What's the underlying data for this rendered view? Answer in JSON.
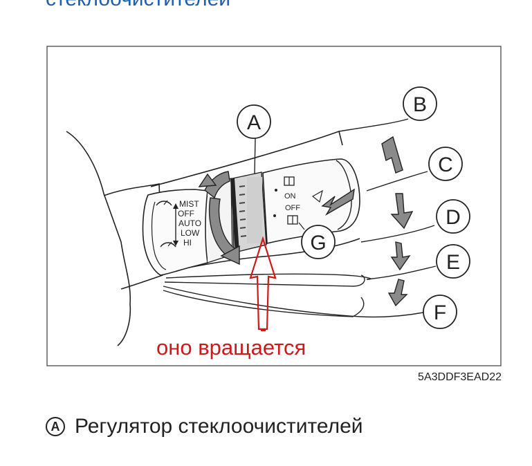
{
  "header": {
    "title_fragment": "стеклоочистителей"
  },
  "callouts": {
    "A": "A",
    "B": "B",
    "C": "C",
    "D": "D",
    "E": "E",
    "F": "F",
    "G": "G"
  },
  "knob_scale": {
    "mist": "MIST",
    "off": "OFF",
    "auto": "AUTO",
    "low": "LOW",
    "hi": "HI"
  },
  "washer_labels": {
    "on": "ON",
    "off": "OFF"
  },
  "annotation": {
    "text": "оно вращается",
    "color": "#d01818"
  },
  "figure_code": "5A3DDF3EAD22",
  "legend": {
    "letter": "A",
    "text": "Регулятор стеклоочистителей"
  },
  "colors": {
    "heading": "#1f5fb0",
    "arrow_fill": "#8a8a8a",
    "annotation": "#d01818"
  }
}
